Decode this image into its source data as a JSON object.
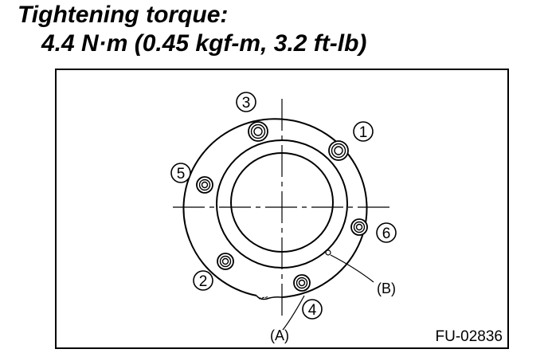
{
  "heading": {
    "title": "Tightening torque:",
    "torque": "4.4 N·m (0.45 kgf-m, 3.2 ft-lb)"
  },
  "figure": {
    "code": "FU-02836",
    "label_a": "(A)",
    "label_b": "(B)",
    "bolt_order_labels": [
      "1",
      "2",
      "3",
      "4",
      "5",
      "6"
    ]
  }
}
